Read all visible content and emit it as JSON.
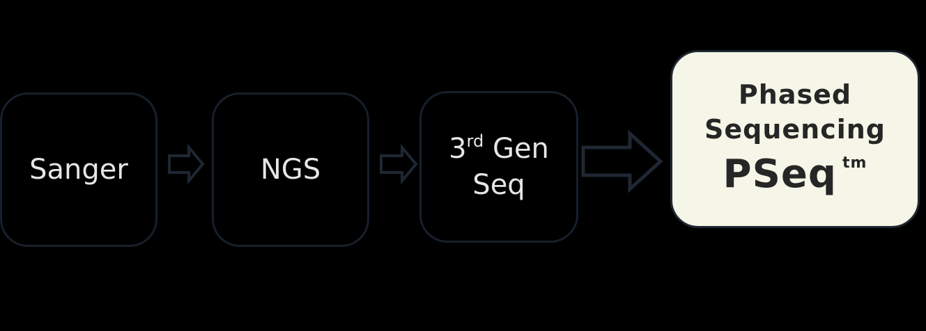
{
  "steps": {
    "sanger": "Sanger",
    "ngs": "NGS",
    "third_gen": {
      "number": "3",
      "suffix": "rd",
      "line1_rest": " Gen",
      "line2": "Seq"
    },
    "pseq": {
      "line1": "Phased",
      "line2": "Sequencing",
      "name": "PSeq",
      "mark": "tm"
    }
  },
  "colors": {
    "background": "#000000",
    "box_border": "#17202b",
    "highlight_fill": "#f5f5e8",
    "arrow_stroke": "#1e2732",
    "text_light": "#e6e6e6",
    "text_dark": "#262626"
  }
}
